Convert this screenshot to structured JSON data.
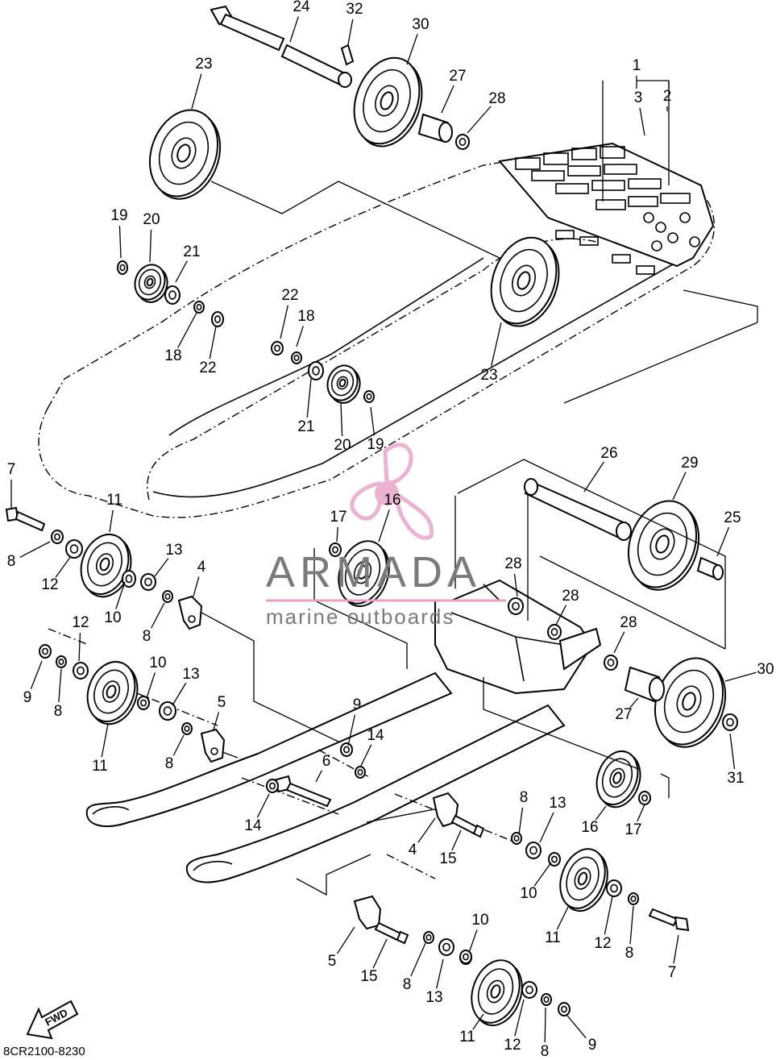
{
  "diagram_code": "8CR2100-8230",
  "fwd_label": "FWD",
  "watermark": {
    "brand": "ARMADA",
    "tagline": "marine outboards"
  },
  "callouts": [
    {
      "id": "c1",
      "text": "1"
    },
    {
      "id": "c2",
      "text": "2"
    },
    {
      "id": "c3",
      "text": "3"
    },
    {
      "id": "c4a",
      "text": "4"
    },
    {
      "id": "c4b",
      "text": "4"
    },
    {
      "id": "c5a",
      "text": "5"
    },
    {
      "id": "c5b",
      "text": "5"
    },
    {
      "id": "c6",
      "text": "6"
    },
    {
      "id": "c7a",
      "text": "7"
    },
    {
      "id": "c7b",
      "text": "7"
    },
    {
      "id": "c8a",
      "text": "8"
    },
    {
      "id": "c8b",
      "text": "8"
    },
    {
      "id": "c8c",
      "text": "8"
    },
    {
      "id": "c8d",
      "text": "8"
    },
    {
      "id": "c8e",
      "text": "8"
    },
    {
      "id": "c8f",
      "text": "8"
    },
    {
      "id": "c8g",
      "text": "8"
    },
    {
      "id": "c8h",
      "text": "8"
    },
    {
      "id": "c9a",
      "text": "9"
    },
    {
      "id": "c9b",
      "text": "9"
    },
    {
      "id": "c9c",
      "text": "9"
    },
    {
      "id": "c10a",
      "text": "10"
    },
    {
      "id": "c10b",
      "text": "10"
    },
    {
      "id": "c10c",
      "text": "10"
    },
    {
      "id": "c10d",
      "text": "10"
    },
    {
      "id": "c11a",
      "text": "11"
    },
    {
      "id": "c11b",
      "text": "11"
    },
    {
      "id": "c11c",
      "text": "11"
    },
    {
      "id": "c11d",
      "text": "11"
    },
    {
      "id": "c12a",
      "text": "12"
    },
    {
      "id": "c12b",
      "text": "12"
    },
    {
      "id": "c12c",
      "text": "12"
    },
    {
      "id": "c12d",
      "text": "12"
    },
    {
      "id": "c13a",
      "text": "13"
    },
    {
      "id": "c13b",
      "text": "13"
    },
    {
      "id": "c13c",
      "text": "13"
    },
    {
      "id": "c13d",
      "text": "13"
    },
    {
      "id": "c14a",
      "text": "14"
    },
    {
      "id": "c14b",
      "text": "14"
    },
    {
      "id": "c15a",
      "text": "15"
    },
    {
      "id": "c15b",
      "text": "15"
    },
    {
      "id": "c16a",
      "text": "16"
    },
    {
      "id": "c16b",
      "text": "16"
    },
    {
      "id": "c17a",
      "text": "17"
    },
    {
      "id": "c17b",
      "text": "17"
    },
    {
      "id": "c18a",
      "text": "18"
    },
    {
      "id": "c18b",
      "text": "18"
    },
    {
      "id": "c19a",
      "text": "19"
    },
    {
      "id": "c19b",
      "text": "19"
    },
    {
      "id": "c20a",
      "text": "20"
    },
    {
      "id": "c20b",
      "text": "20"
    },
    {
      "id": "c21a",
      "text": "21"
    },
    {
      "id": "c21b",
      "text": "21"
    },
    {
      "id": "c22a",
      "text": "22"
    },
    {
      "id": "c22b",
      "text": "22"
    },
    {
      "id": "c23a",
      "text": "23"
    },
    {
      "id": "c23b",
      "text": "23"
    },
    {
      "id": "c24",
      "text": "24"
    },
    {
      "id": "c25",
      "text": "25"
    },
    {
      "id": "c26",
      "text": "26"
    },
    {
      "id": "c27a",
      "text": "27"
    },
    {
      "id": "c27b",
      "text": "27"
    },
    {
      "id": "c28a",
      "text": "28"
    },
    {
      "id": "c28b",
      "text": "28"
    },
    {
      "id": "c28c",
      "text": "28"
    },
    {
      "id": "c28d",
      "text": "28"
    },
    {
      "id": "c29",
      "text": "29"
    },
    {
      "id": "c30a",
      "text": "30"
    },
    {
      "id": "c30b",
      "text": "30"
    },
    {
      "id": "c31",
      "text": "31"
    },
    {
      "id": "c32",
      "text": "32"
    }
  ],
  "colors": {
    "ink": "#000000",
    "watermark_pink": "#e8a0c8",
    "watermark_gray": "#7a7a7a"
  }
}
